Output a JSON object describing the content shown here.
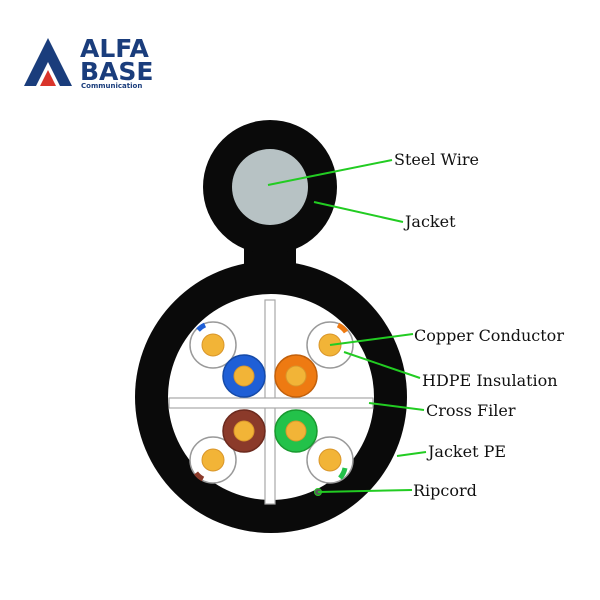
{
  "logo": {
    "line1": "ALFA",
    "line2": "BASE",
    "tagline": "Communication"
  },
  "colors": {
    "brand_blue": "#1a3d7c",
    "brand_red": "#d9342b",
    "jacket": "#0a0a0a",
    "steel_wire": "#b7c2c4",
    "leader": "#22cc22",
    "conductor": "#f2b437",
    "pair_blue": "#1f5fd6",
    "pair_orange": "#ee7a12",
    "pair_brown": "#8b3a2a",
    "pair_green": "#23c24a"
  },
  "labels": {
    "steel_wire": "Steel Wire",
    "jacket": "Jacket",
    "copper_conductor": "Copper Conductor",
    "hdpe_insulation": "HDPE Insulation",
    "cross_filer": "Cross Filer",
    "jacket_pe": "Jacket PE",
    "ripcord": "Ripcord"
  }
}
